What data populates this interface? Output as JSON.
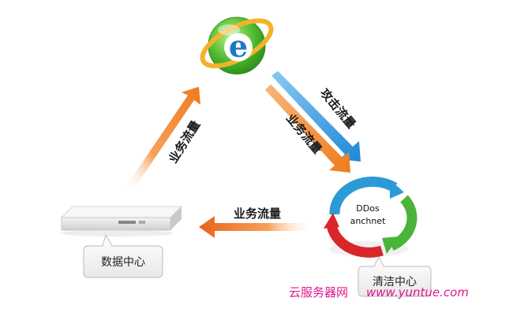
{
  "diagram": {
    "center": {
      "line1": "DDos",
      "line2": "anchnet"
    },
    "flows": {
      "attack_label": "攻击流量",
      "business_right_label": "业务流量",
      "business_left_label": "业务流量",
      "business_bottom_label": "业务流量"
    },
    "nodes": {
      "datacenter_label": "数据中心",
      "cleaning_label": "清洁中心"
    },
    "watermark": {
      "brand": "云服务器网",
      "url": "www.yuntue.com"
    },
    "icons": {
      "internet": "internet-explorer-icon",
      "server": "server-icon",
      "cycle": "cycle-arrows-icon"
    },
    "colors": {
      "attack": "#1e88d8",
      "business": "#f07a1c",
      "cycle_red": "#d9262b",
      "cycle_green": "#4bb33a",
      "cycle_blue": "#2b9ad6",
      "watermark": "#e0178f"
    }
  }
}
